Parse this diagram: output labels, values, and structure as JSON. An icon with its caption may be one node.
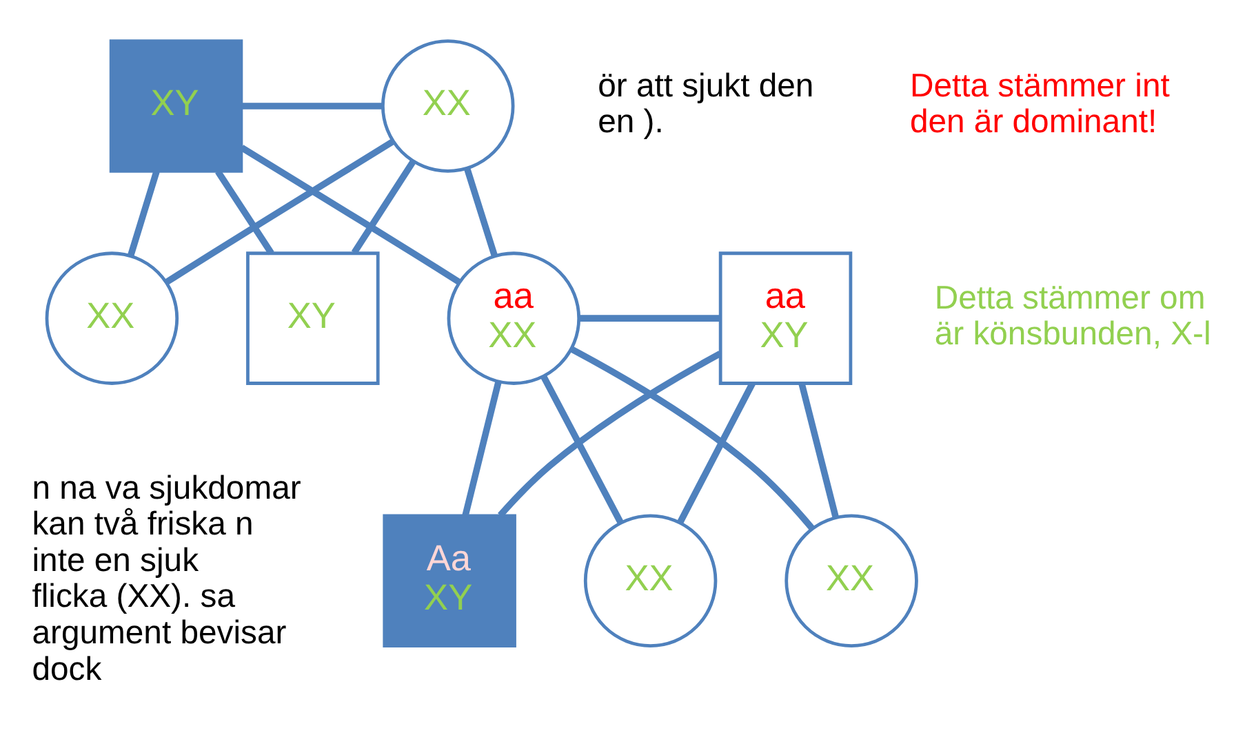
{
  "diagram": {
    "nodes": [
      {
        "text": [
          "XY"
        ]
      },
      {
        "text": [
          "XX"
        ]
      },
      {
        "text": [
          "XX"
        ]
      },
      {
        "text": [
          "XY"
        ]
      },
      {
        "text": [
          "aa",
          "XX"
        ]
      },
      {
        "text": [
          "aa",
          "XY"
        ]
      },
      {
        "text": [
          "XX"
        ]
      },
      {
        "text": [
          "Aa",
          "XY"
        ]
      },
      {
        "text": [
          "XX"
        ]
      }
    ],
    "edges": [
      {
        "from": 0,
        "to": 1,
        "arrow": "none"
      },
      {
        "from": 0,
        "to": 2,
        "arrow": "none"
      },
      {
        "from": 0,
        "to": 3,
        "arrow": "none"
      },
      {
        "from": 0,
        "to": 4,
        "arrow": "none"
      },
      {
        "from": 1,
        "to": 2,
        "arrow": "none"
      },
      {
        "from": 1,
        "to": 3,
        "arrow": "none"
      },
      {
        "from": 1,
        "to": 4,
        "arrow": "none"
      },
      {
        "from": 4,
        "to": 5,
        "arrow": "none"
      },
      {
        "from": 4,
        "to": 6,
        "arrow": "none"
      },
      {
        "from": 4,
        "to": 7,
        "arrow": "none"
      },
      {
        "from": 4,
        "to": 8,
        "arrow": "none"
      },
      {
        "from": 5,
        "to": 6,
        "arrow": "none"
      },
      {
        "from": 5,
        "to": 7,
        "arrow": "none"
      },
      {
        "from": 5,
        "to": 8,
        "arrow": "none"
      }
    ],
    "labels": [
      "ör att sjukt den en ).",
      "n na va sjukdomar kan två friska n inte en sjuk flicka (XX). sa argument bevisar dock",
      "Detta stämmer int den är dominant!",
      "Detta stämmer om är könsbunden, X-l"
    ]
  }
}
